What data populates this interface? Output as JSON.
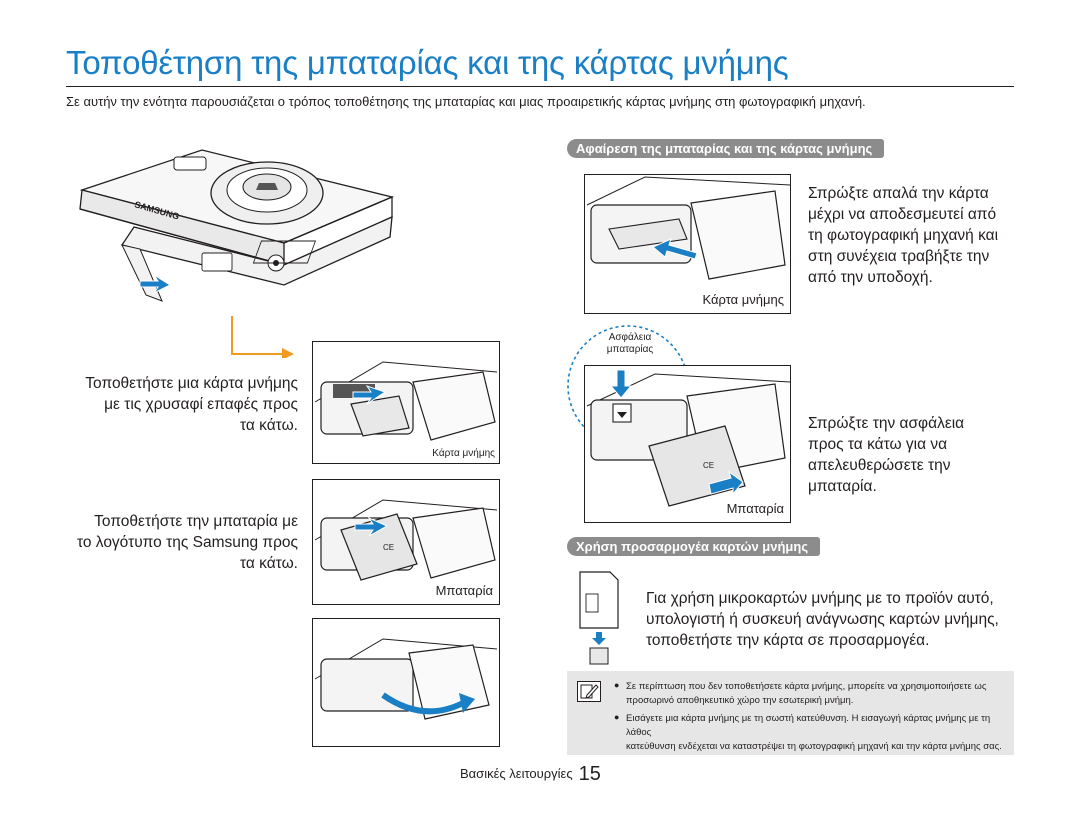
{
  "page": {
    "title": "Τοποθέτηση της μπαταρίας και της κάρτας μνήμης",
    "intro": "Σε αυτήν την ενότητα παρουσιάζεται ο τρόπος τοποθέτησης της μπαταρίας και μιας προαιρετικής κάρτας μνήμης στη φωτογραφική μηχανή."
  },
  "left": {
    "camera_brand": "SAMSUNG",
    "step1_text": [
      "Τοποθετήστε μια κάρτα μνήμης",
      "με τις χρυσαφί επαφές προς",
      "τα κάτω."
    ],
    "step1_caption": "Κάρτα μνήμης",
    "step2_text": [
      "Τοποθετήστε την μπαταρία με",
      "το λογότυπο της Samsung προς",
      "τα κάτω."
    ],
    "step2_caption": "Μπαταρία"
  },
  "right": {
    "section1_title": "Αφαίρεση της μπαταρίας και της κάρτας μνήμης",
    "remove_card_text": [
      "Σπρώξτε απαλά την κάρτα",
      "μέχρι να αποδεσμευτεί από",
      "τη φωτογραφική μηχανή και",
      "στη συνέχεια τραβήξτε την",
      "από την υποδοχή."
    ],
    "remove_card_caption": "Κάρτα μνήμης",
    "lock_label": [
      "Ασφάλεια",
      "μπαταρίας"
    ],
    "remove_battery_text": [
      "Σπρώξτε την ασφάλεια",
      "προς τα κάτω για να",
      "απελευθερώσετε την",
      "μπαταρία."
    ],
    "remove_battery_caption": "Μπαταρία",
    "section2_title": "Χρήση προσαρμογέα καρτών μνήμης",
    "adapter_text": [
      "Για χρήση μικροκαρτών μνήμης με το προϊόν αυτό,",
      "υπολογιστή ή συσκευή ανάγνωσης καρτών μνήμης,",
      "τοποθετήστε την κάρτα σε προσαρμογέα."
    ]
  },
  "notes": [
    [
      "Σε περίπτωση που δεν τοποθετήσετε κάρτα μνήμης, μπορείτε να χρησιμοποιήσετε ως",
      "προσωρινό αποθηκευτικό χώρο την εσωτερική μνήμη."
    ],
    [
      "Εισάγετε μια κάρτα μνήμης με τη σωστή κατεύθυνση. Η εισαγωγή κάρτας μνήμης με τη λάθος",
      "κατεύθυνση ενδέχεται να καταστρέψει τη φωτογραφική μηχανή και την κάρτα μνήμης σας."
    ]
  ],
  "footer": {
    "label": "Βασικές λειτουργίες",
    "page_number": "15"
  },
  "colors": {
    "accent": "#1a7fc4",
    "arrow_orange": "#f29a1f",
    "pill_grey": "#8c8c8c",
    "note_bg": "#e6e6e6"
  },
  "icons": {
    "note": "note-pencil-icon"
  }
}
